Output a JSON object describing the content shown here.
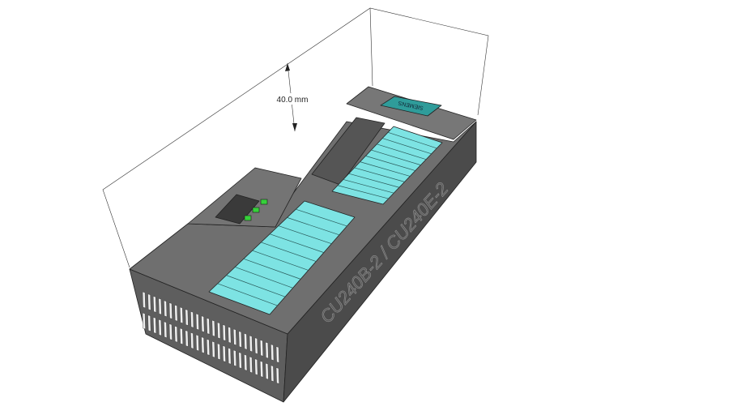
{
  "dimension": {
    "value_label": "40.0 mm"
  },
  "device": {
    "side_label": "CU240B-2 / CU240E-2",
    "logo_text": "SIEMENS",
    "status_leds": 3
  },
  "colors": {
    "body_top": "#6e6e6e",
    "body_side": "#4a4a4a",
    "body_front": "#5c5c5c",
    "panel": "#7de3e3",
    "logo": "#2f9c9a",
    "led": "#36d13a"
  }
}
